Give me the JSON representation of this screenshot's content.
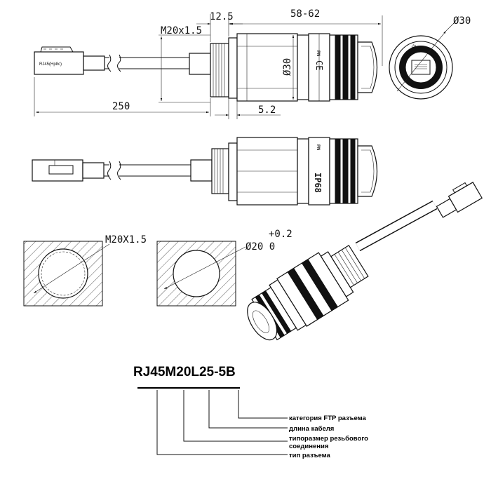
{
  "top_view": {
    "dim_thread": "M20x1.5",
    "dim_flange": "12.5",
    "dim_length": "58-62",
    "dim_end_dia": "Ø30",
    "dim_body_dia": "Ø30",
    "dim_cable": "250",
    "dim_offset": "5.2",
    "plug_label": "RJ45(Hp8c)",
    "mark_ce": "CE",
    "mark_pn": "PN",
    "end_thread_label": "M20x15"
  },
  "side_view": {
    "mark_ip": "IP68",
    "mark_pn": "PN"
  },
  "panel_cutouts": {
    "thread_label": "M20X1.5",
    "hole_tol": "+0.2",
    "hole_dia": "Ø20 0"
  },
  "model_code": {
    "code": "RJ45M20L25-5B",
    "legend": [
      "категория FTP разъема",
      "длина кабеля",
      "типоразмер резьбового",
      "соединения",
      "тип разъема"
    ]
  }
}
